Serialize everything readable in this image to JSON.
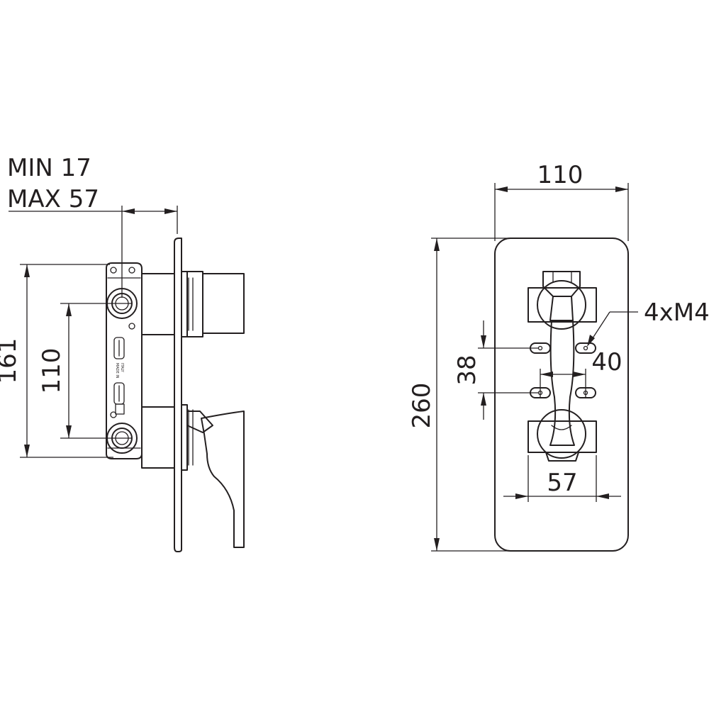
{
  "side_view": {
    "depth_min": "MIN 17",
    "depth_max": "MAX 57",
    "height_outer": "161",
    "height_inner": "110",
    "stamp_line_1": "MADE IN",
    "stamp_line_2": "ITALY"
  },
  "front_view": {
    "plate_width": "110",
    "plate_height": "260",
    "screw_spec": "4xM4",
    "screw_vertical_pitch": "38",
    "screw_horizontal_pitch": "40",
    "cartridge_width": "57"
  },
  "colors": {
    "line": "#231f20",
    "background": "#ffffff"
  }
}
